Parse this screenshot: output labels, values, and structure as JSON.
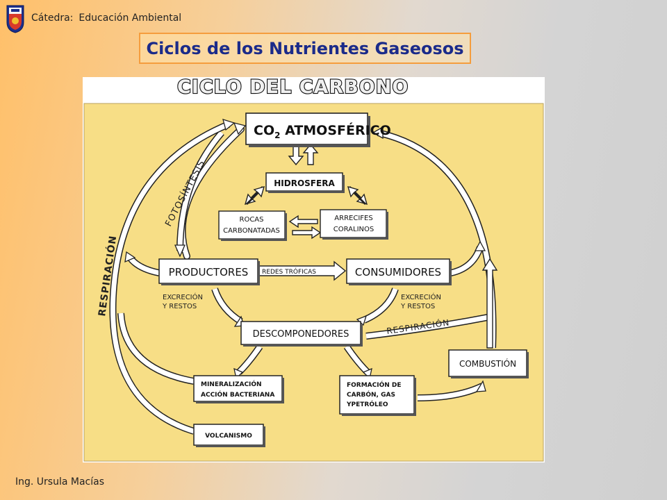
{
  "header": {
    "course_label": "Cátedra:",
    "course_name": "Educación Ambiental",
    "title": "Ciclos de los Nutrientes Gaseosos"
  },
  "diagram": {
    "heading": "CICLO DEL CARBONO",
    "nodes": {
      "co2_prefix": "CO",
      "co2_sub": "2",
      "co2_suffix": " ATMOSFÉRICO",
      "hidrosfera": "HIDROSFERA",
      "rocas_1": "ROCAS",
      "rocas_2": "CARBONATADAS",
      "arrecifes_1": "ARRECIFES",
      "arrecifes_2": "CORALINOS",
      "productores": "PRODUCTORES",
      "consumidores": "CONSUMIDORES",
      "descomponedores": "DESCOMPONEDORES",
      "combustion": "COMBUSTIÓN",
      "mineral_1": "MINERALIZACIÓN",
      "mineral_2": "ACCIÓN BACTERIANA",
      "formacion_1": "FORMACIÓN DE",
      "formacion_2": "CARBÓN, GAS",
      "formacion_3": "YPETRÓLEO",
      "volcanismo": "VOLCANISMO"
    },
    "labels": {
      "fotosintesis": "FOTOSÍNTESIS",
      "respiracion_left": "RESPIRACIÓN",
      "respiracion_right": "RESPIRACIÓN",
      "redes_troficas": "REDES TRÓFICAS",
      "excrecion_left_1": "EXCRECIÓN",
      "excrecion_left_2": "Y RESTOS",
      "excrecion_right_1": "EXCRECIÓN",
      "excrecion_right_2": "Y RESTOS"
    },
    "colors": {
      "panel": "#f7de86",
      "arrow_fill": "#ffffff",
      "ink": "#1a1a1a"
    }
  },
  "footer": {
    "author": "Ing. Ursula Macías"
  }
}
